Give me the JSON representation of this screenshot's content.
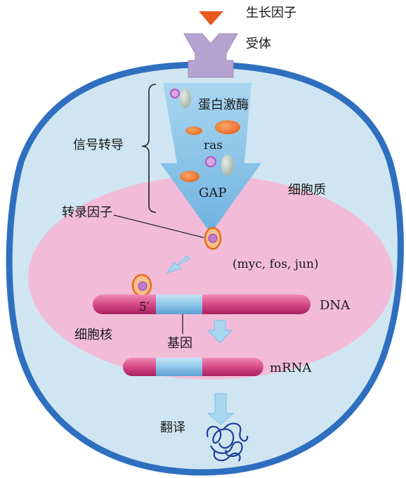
{
  "labels": {
    "growth_factor": "生长因子",
    "receptor": "受体",
    "protein_kinase": "蛋白激酶",
    "signal_transduction": "信号转导",
    "ras": "ras",
    "gap": "GAP",
    "cytoplasm": "细胞质",
    "transcription_factor": "转录因子",
    "tf_examples": "(myc, fos, jun)",
    "five_prime": "5′",
    "dna": "DNA",
    "nucleus": "细胞核",
    "gene": "基因",
    "mrna": "mRNA",
    "translation": "翻译"
  },
  "colors": {
    "cell_fill": "#cfe6f2",
    "cell_border": "#2f6fc0",
    "nucleus_fill": "#f2bcd9",
    "receptor": "#b7a3cf",
    "ligand": "#e85a1e",
    "arrow_fill": "#7fbfe6",
    "strand_pink": "#d64a86",
    "gene_blue": "#8fc7ea",
    "orange_oval": "#f07a2a",
    "purple_dot": "#c27ad1",
    "protein_coil": "#1f3f9a"
  },
  "icons": {
    "ligand": "triangle-down",
    "receptor": "y-shape",
    "protein": "coil"
  }
}
